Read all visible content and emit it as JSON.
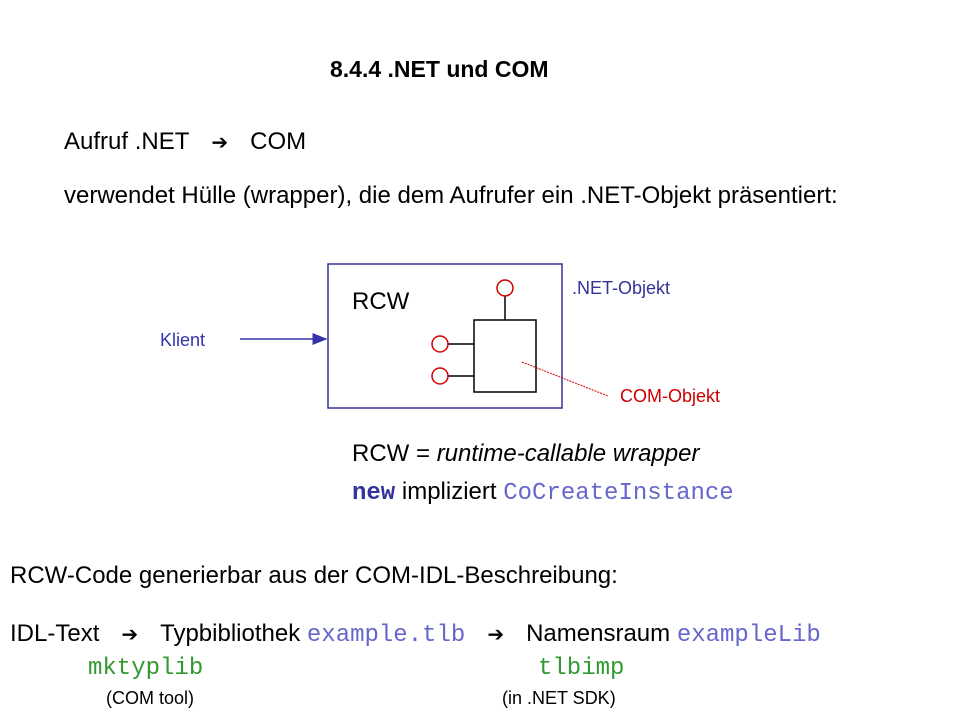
{
  "title": "8.4.4  .NET und COM",
  "intro": {
    "aufruf": "Aufruf  .NET",
    "arrow": "➔",
    "com": "COM",
    "wrapper_sentence": "verwendet Hülle (wrapper), die dem Aufrufer ein .NET-Objekt präsentiert:"
  },
  "diagram": {
    "rcw_label": "RCW",
    "klient_label": "Klient",
    "net_object_label": ".NET-Objekt",
    "com_object_label": "COM-Objekt"
  },
  "definition": {
    "rcw": "RCW",
    "equals": " = ",
    "meaning": "runtime-callable wrapper",
    "new_keyword": "new",
    "implies": " impliziert ",
    "cocreate": "CoCreateInstance"
  },
  "generation": {
    "sentence": "RCW-Code generierbar aus der COM-IDL-Beschreibung:",
    "idl_text": "IDL-Text",
    "arrow": "➔",
    "typbib": "Typbibliothek ",
    "tlb_file": "example.tlb",
    "namensraum": "Namensraum ",
    "namespace": "exampleLib",
    "tool1": "mktyplib",
    "tool2": "tlbimp",
    "tool1_note": "(COM tool)",
    "tool2_note": "(in .NET SDK)"
  },
  "colors": {
    "klient_arrow": "#3333aa",
    "diagram_box": "#333399",
    "ports": "#cc0000",
    "code": "#6666cc",
    "tools": "#339933"
  }
}
